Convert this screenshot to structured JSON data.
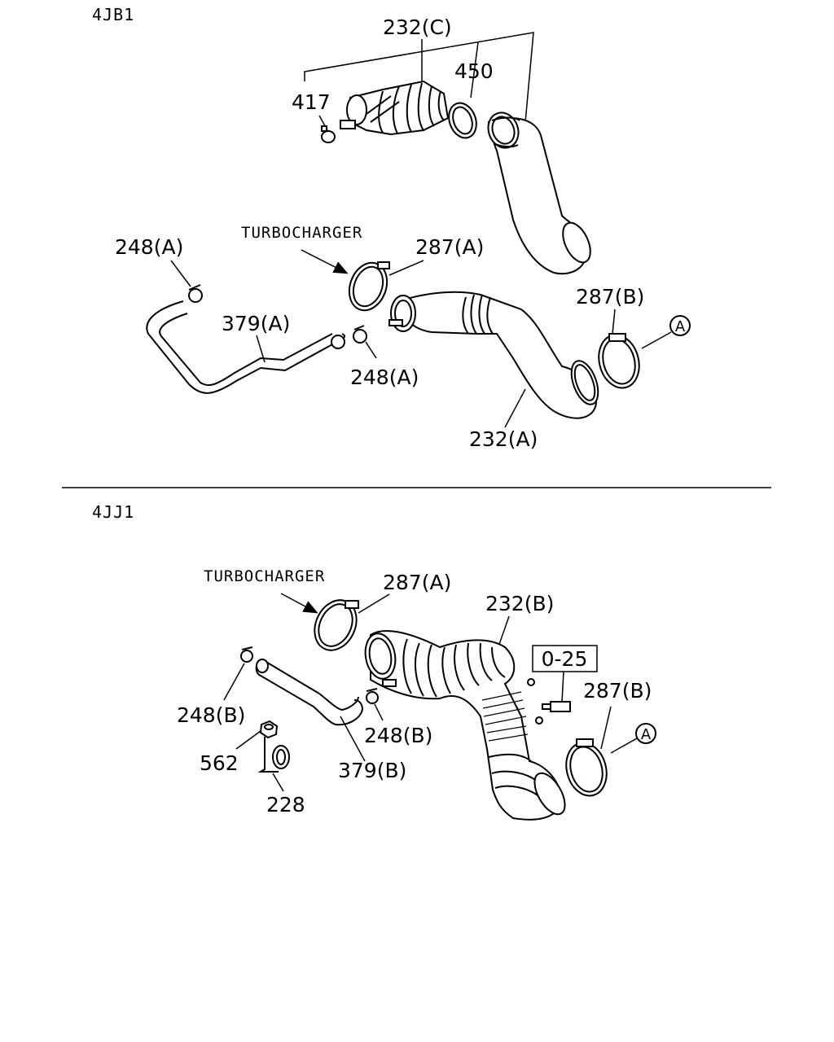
{
  "sections": {
    "top_model": "4JB1",
    "bottom_model": "4JJ1"
  },
  "top": {
    "label_232c": "232(C)",
    "label_450": "450",
    "label_417": "417",
    "label_turbo": "TURBOCHARGER",
    "label_248a_left": "248(A)",
    "label_287a": "287(A)",
    "label_287b": "287(B)",
    "label_379a": "379(A)",
    "label_248a_mid": "248(A)",
    "label_232a": "232(A)",
    "ref_a": "A"
  },
  "bottom": {
    "label_turbo": "TURBOCHARGER",
    "label_287a": "287(A)",
    "label_232b": "232(B)",
    "label_025": "0-25",
    "label_287b": "287(B)",
    "label_248b_left": "248(B)",
    "label_248b_mid": "248(B)",
    "label_562": "562",
    "label_379b": "379(B)",
    "label_228": "228",
    "ref_a": "A"
  }
}
